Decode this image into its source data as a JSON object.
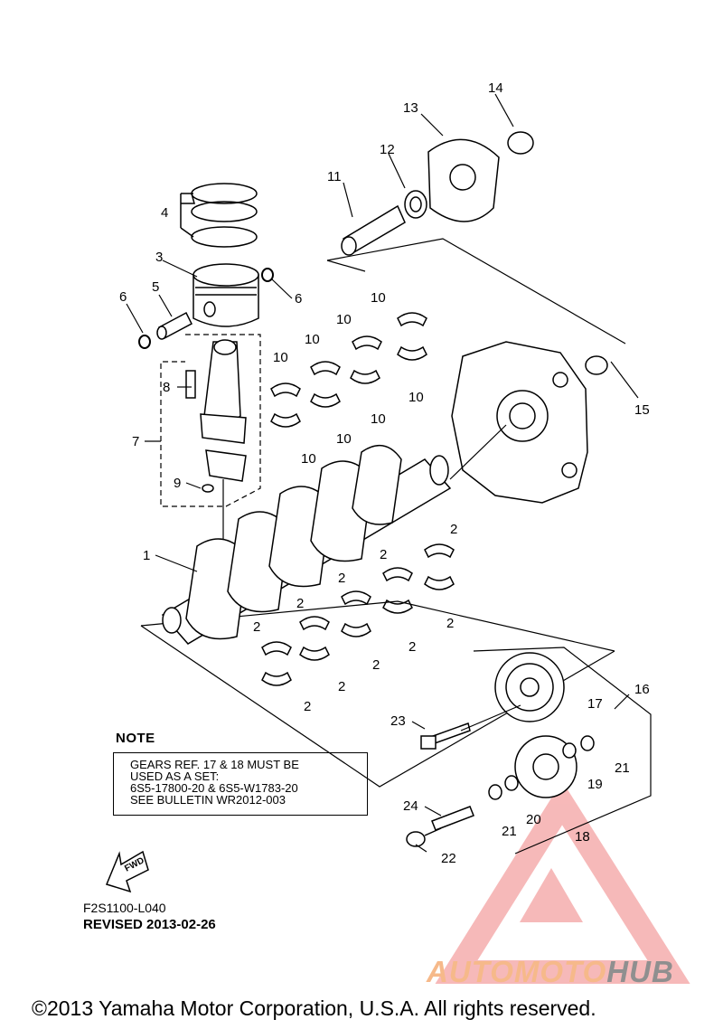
{
  "callouts": {
    "c1": "1",
    "c2": "2",
    "c3": "3",
    "c4": "4",
    "c5": "5",
    "c6": "6",
    "c7": "7",
    "c8": "8",
    "c9": "9",
    "c10": "10",
    "c11": "11",
    "c12": "12",
    "c13": "13",
    "c14": "14",
    "c15": "15",
    "c16": "16",
    "c17": "17",
    "c18": "18",
    "c19": "19",
    "c20": "20",
    "c21": "21",
    "c22": "22",
    "c23": "23",
    "c24": "24"
  },
  "fwd_label": "FWD",
  "note": {
    "title": "NOTE",
    "lines": [
      "GEARS REF. 17 & 18 MUST BE",
      "USED AS A SET:",
      "6S5-17800-20 & 6S5-W1783-20",
      "SEE BULLETIN WR2012-003"
    ]
  },
  "part_code": "F2S1100-L040",
  "revised": "REVISED 2013-02-26",
  "watermark": {
    "part1": "AUTOMOTO",
    "part2": "HUB",
    "accent_color": "#f08080"
  },
  "copyright": "©2013 Yamaha Motor Corporation, U.S.A. All rights reserved."
}
